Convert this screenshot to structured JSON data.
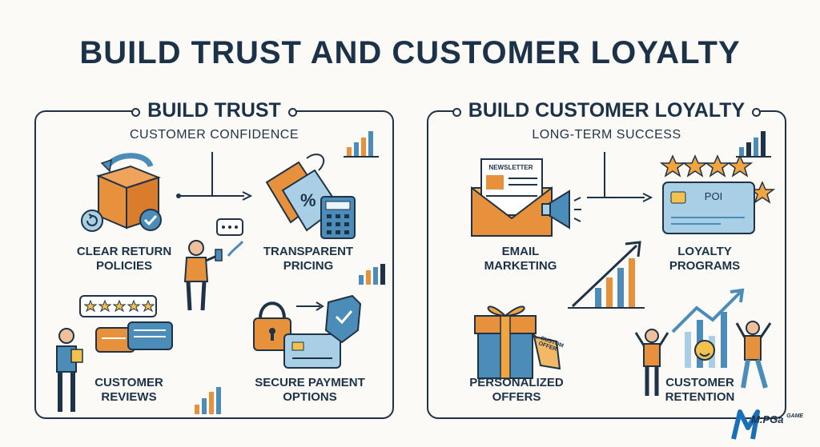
{
  "title": "BUILD TRUST AND CUSTOMER LOYALTY",
  "left_panel": {
    "heading": "BUILD TRUST",
    "subtitle": "CUSTOMER CONFIDENCE",
    "items": [
      {
        "label": "CLEAR RETURN\nPOLICIES",
        "icon": "return-box-icon"
      },
      {
        "label": "TRANSPARENT\nPRICING",
        "icon": "price-tag-icon"
      },
      {
        "label": "CUSTOMER\nREVIEWS",
        "icon": "review-bubbles-icon"
      },
      {
        "label": "SECURE PAYMENT\nOPTIONS",
        "icon": "lock-shield-icon"
      }
    ]
  },
  "right_panel": {
    "heading": "BUILD CUSTOMER LOYALTY",
    "subtitle": "LONG-TERM SUCCESS",
    "items": [
      {
        "label": "EMAIL\nMARKETING",
        "icon": "newsletter-envelope-icon",
        "badge": "NEWSLETTER"
      },
      {
        "label": "LOYALTY\nPROGRAMS",
        "icon": "loyalty-card-icon",
        "badge": "POI"
      },
      {
        "label": "PERSONALIZED\nOFFERS",
        "icon": "gift-box-icon",
        "badge": "CUSTOM\nOFFER"
      },
      {
        "label": "CUSTOMER\nRETENTION",
        "icon": "growth-chart-icon"
      }
    ]
  },
  "logo": {
    "text": "M.PGa",
    "sub": "GAME"
  },
  "colors": {
    "navy": "#1f3346",
    "orange": "#e8913c",
    "blue": "#4b8db8",
    "light_blue": "#a9cfe6",
    "yellow": "#f2c14e"
  }
}
